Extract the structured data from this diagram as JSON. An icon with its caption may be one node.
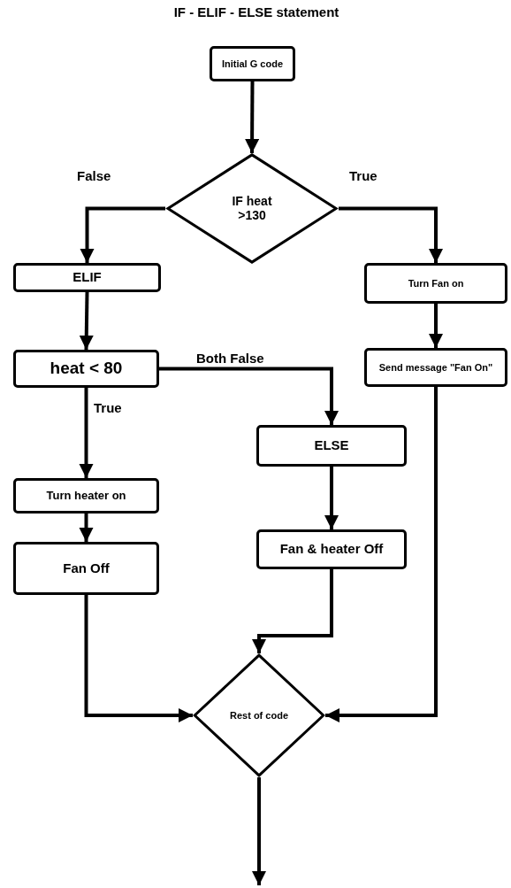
{
  "diagram": {
    "title": "IF - ELIF - ELSE statement",
    "nodes": [
      {
        "text": [
          "Initial G code"
        ]
      },
      {
        "text": [
          "IF heat >130"
        ]
      },
      {
        "text": [
          "ELIF"
        ]
      },
      {
        "text": [
          "Turn Fan on"
        ]
      },
      {
        "text": [
          "heat < 80"
        ]
      },
      {
        "text": [
          "Send message \"Fan On\""
        ]
      },
      {
        "text": [
          "ELSE"
        ]
      },
      {
        "text": [
          "Turn heater on"
        ]
      },
      {
        "text": [
          "Fan Off"
        ]
      },
      {
        "text": [
          "Fan & heater Off"
        ]
      },
      {
        "text": [
          "Rest of code"
        ]
      }
    ],
    "edges": [
      {
        "from": 0,
        "to": 1,
        "arrow": "to"
      },
      {
        "from": 1,
        "to": 2,
        "arrow": "to",
        "label": "False"
      },
      {
        "from": 1,
        "to": 3,
        "arrow": "to",
        "label": "True"
      },
      {
        "from": 2,
        "to": 4,
        "arrow": "to"
      },
      {
        "from": 3,
        "to": 5,
        "arrow": "to"
      },
      {
        "from": 4,
        "to": 6,
        "arrow": "to",
        "label": "Both False"
      },
      {
        "from": 4,
        "to": 7,
        "arrow": "to",
        "label": "True"
      },
      {
        "from": 7,
        "to": 8,
        "arrow": "to"
      },
      {
        "from": 6,
        "to": 9,
        "arrow": "to"
      },
      {
        "from": 8,
        "to": 10,
        "arrow": "to"
      },
      {
        "from": 9,
        "to": 10,
        "arrow": "to"
      },
      {
        "from": 5,
        "to": 10,
        "arrow": "to"
      },
      {
        "from": 10,
        "to": null,
        "arrow": "to"
      }
    ]
  }
}
